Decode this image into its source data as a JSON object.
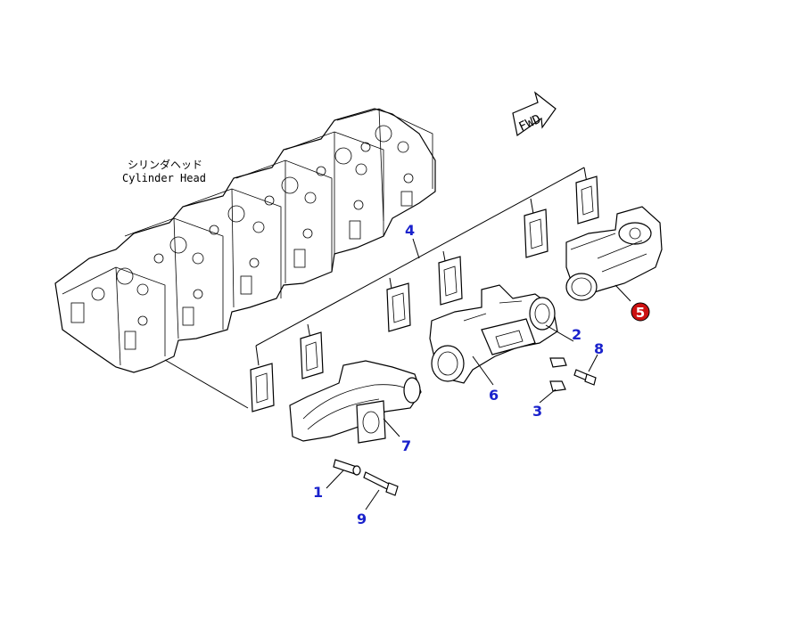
{
  "caption": {
    "japanese": "シリンダヘッド",
    "english": "Cylinder Head"
  },
  "direction_marker": "FWD",
  "callouts": [
    {
      "id": "1",
      "text": "1",
      "highlighted": false
    },
    {
      "id": "2",
      "text": "2",
      "highlighted": false
    },
    {
      "id": "3",
      "text": "3",
      "highlighted": false
    },
    {
      "id": "4",
      "text": "4",
      "highlighted": false
    },
    {
      "id": "5",
      "text": "5",
      "highlighted": true
    },
    {
      "id": "6",
      "text": "6",
      "highlighted": false
    },
    {
      "id": "7",
      "text": "7",
      "highlighted": false
    },
    {
      "id": "8",
      "text": "8",
      "highlighted": false
    },
    {
      "id": "9",
      "text": "9",
      "highlighted": false
    }
  ],
  "colors": {
    "callout_text": "#1a22cc",
    "highlight_fill": "#cc1111",
    "highlight_text": "#ffffff",
    "line": "#000000",
    "background": "#ffffff"
  }
}
